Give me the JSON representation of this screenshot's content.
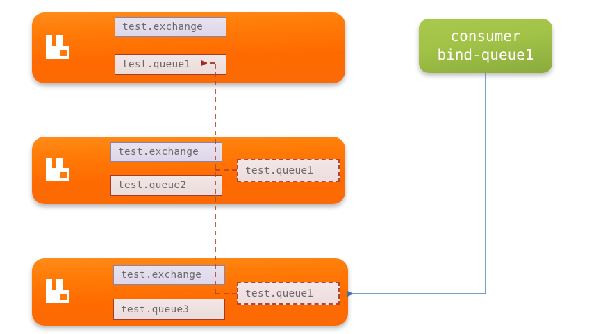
{
  "diagram": {
    "title": "RabbitMQ federated queue binding diagram",
    "colors": {
      "node_orange": "#ff6a00",
      "node_orange_light": "#ff8c1a",
      "consumer_green": "#a1c247",
      "exchange_fill": "#e0d9ec",
      "exchange_border": "#8b84a8",
      "queue_fill": "#efe0e0",
      "queue_border": "#a03c2a",
      "dashed_wire": "#b4452e",
      "solid_wire": "#4a7ebb",
      "label_text": "#5a5a5a",
      "consumer_text": "#ffffff",
      "background": "#ffffff"
    },
    "nodes": [
      {
        "id": "node-1",
        "logo": "rabbitmq-logo-icon",
        "exchange": "test.exchange",
        "queue": "test.queue1",
        "ghost_queue": null
      },
      {
        "id": "node-2",
        "logo": "rabbitmq-logo-icon",
        "exchange": "test.exchange",
        "queue": "test.queue2",
        "ghost_queue": "test.queue1"
      },
      {
        "id": "node-3",
        "logo": "rabbitmq-logo-icon",
        "exchange": "test.exchange",
        "queue": "test.queue3",
        "ghost_queue": "test.queue1"
      }
    ],
    "consumer": {
      "line1": "consumer",
      "line2": "bind-queue1"
    },
    "connectors": [
      {
        "id": "federation-wire",
        "style": "dashed",
        "color": "#b4452e",
        "arrow": "arrow-left-into-node1-queue1"
      },
      {
        "id": "consumer-wire",
        "style": "solid",
        "color": "#4a7ebb",
        "arrow": "arrow-left-into-node3-ghost-queue"
      }
    ]
  }
}
